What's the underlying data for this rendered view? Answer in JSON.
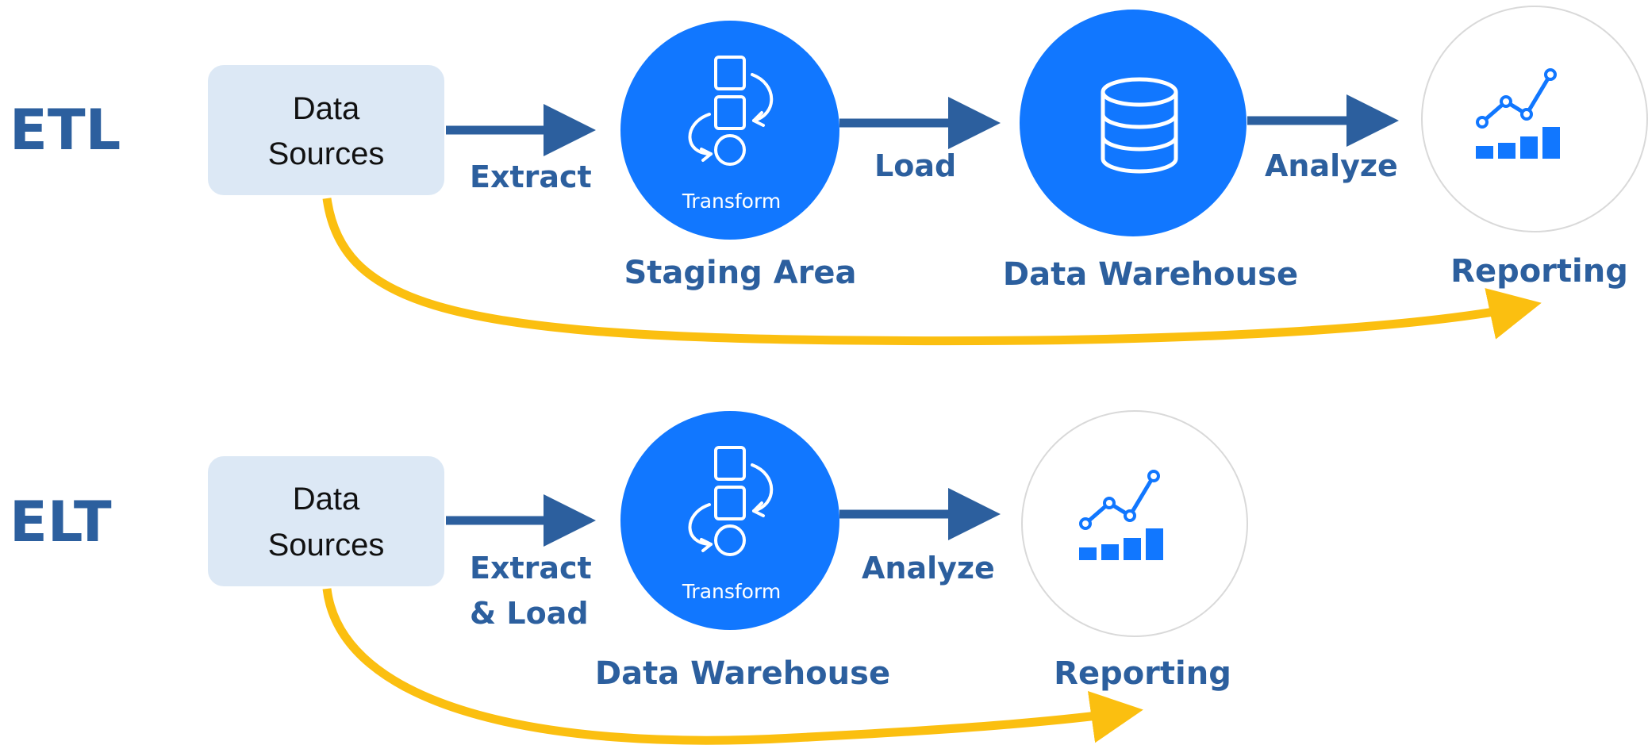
{
  "colors": {
    "brand_blue": "#1177ff",
    "text_blue": "#2c5f9e",
    "arrow_blue": "#2c5f9e",
    "bypass_yellow": "#fbbf10",
    "source_box_fill": "#dce8f5",
    "report_circle_border": "#d9d9d9"
  },
  "etl": {
    "title": "ETL",
    "source_line1": "Data",
    "source_line2": "Sources",
    "edge_extract": "Extract",
    "edge_load": "Load",
    "edge_analyze": "Analyze",
    "transform_caption": "Transform",
    "staging_label": "Staging Area",
    "warehouse_label": "Data Warehouse",
    "reporting_label": "Reporting",
    "icons": [
      "transform-icon",
      "database-icon",
      "chart-icon"
    ]
  },
  "elt": {
    "title": "ELT",
    "source_line1": "Data",
    "source_line2": "Sources",
    "edge_extract_line1": "Extract",
    "edge_extract_line2": "& Load",
    "edge_analyze": "Analyze",
    "transform_caption": "Transform",
    "warehouse_label": "Data Warehouse",
    "reporting_label": "Reporting",
    "icons": [
      "transform-icon",
      "chart-icon"
    ]
  }
}
